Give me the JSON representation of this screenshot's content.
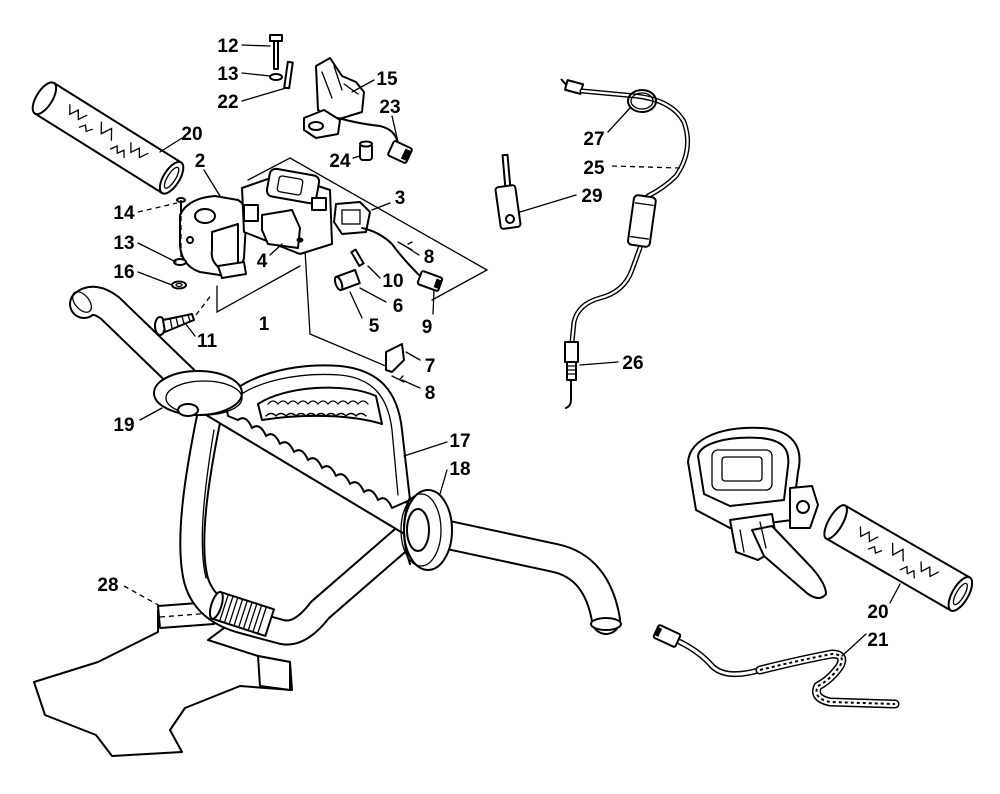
{
  "colors": {
    "ink": "#000000",
    "paper": "#ffffff"
  },
  "callouts": [
    "12",
    "13",
    "22",
    "15",
    "23",
    "20",
    "2",
    "24",
    "27",
    "25",
    "29",
    "3",
    "14",
    "13",
    "16",
    "4",
    "8",
    "10",
    "6",
    "1",
    "5",
    "9",
    "11",
    "26",
    "7",
    "8",
    "19",
    "17",
    "18",
    "28",
    "20",
    "21"
  ]
}
